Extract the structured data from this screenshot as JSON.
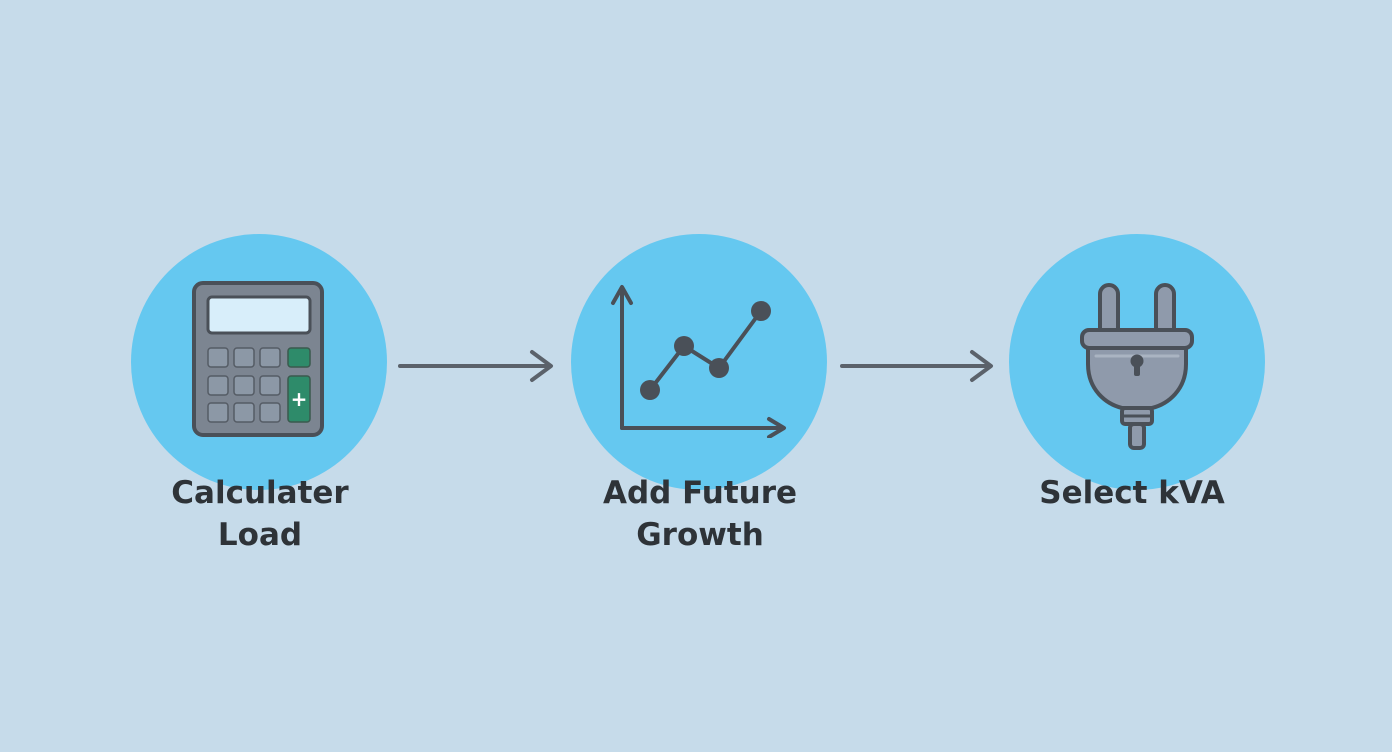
{
  "colors": {
    "background": "#c6dbea",
    "circle_fill": "#65c8f0",
    "icon_stroke": "#4a5058",
    "label_text": "#2e3338",
    "calculator_screen": "#d8eefa",
    "calculator_key": "#8c98a6",
    "calculator_accent": "#2e8b6a",
    "plug_body": "#8f9aab"
  },
  "steps": [
    {
      "label": "Calculater\nLoad",
      "icon": "calculator-icon"
    },
    {
      "label": "Add Future\nGrowth",
      "icon": "line-chart-icon"
    },
    {
      "label": "Select kVA",
      "icon": "power-plug-icon"
    }
  ],
  "connectors": [
    {
      "from": 0,
      "to": 1,
      "icon": "arrow-right-icon"
    },
    {
      "from": 1,
      "to": 2,
      "icon": "arrow-right-icon"
    }
  ],
  "symbols": {
    "calculator_plus": "+"
  }
}
